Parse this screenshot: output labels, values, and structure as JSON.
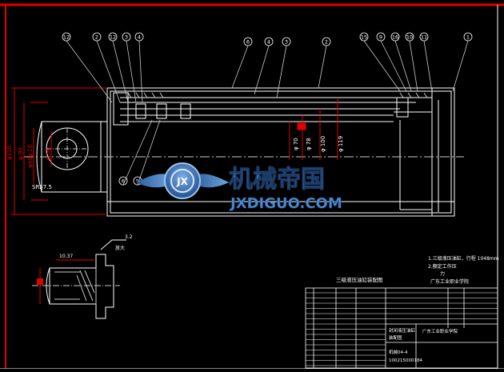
{
  "balloons": [
    "12",
    "2",
    "12",
    "3",
    "4",
    "6",
    "4",
    "3",
    "2",
    "15",
    "9",
    "16",
    "10",
    "11",
    "1",
    "6",
    "5"
  ],
  "dimensions": {
    "dia_110": "φ110",
    "dia_90": "φ 90",
    "dia_pin": "φ45φ 16",
    "dia_bore": "φ 50",
    "radius": "SR37.5",
    "dia_70": "φ 70",
    "dia_78": "φ 78",
    "dia_100": "φ 100",
    "dia_119": "φ 119",
    "detail_width": "10.37",
    "detail_rough": "3.2",
    "detail_label": "放大"
  },
  "drawing_title": "三级液压油缸装配图",
  "notes": [
    "1.三级液压油缸，行程 1048mm",
    "2.额定工作压",
    "力",
    "广东工业职业学院"
  ],
  "title_block": {
    "project": "封闭液压油缸",
    "project2": "装配图",
    "school": "广东工业职业学院",
    "drawing_no": "机械04-4",
    "code": "100215000184"
  },
  "watermark": {
    "cn": "机械帝国",
    "en": "JXDIGUO.COM",
    "emblem": "JX"
  },
  "colors": {
    "background": "#000000",
    "frame": "#e00000",
    "line": "#ffffff",
    "dimension": "#e00000",
    "leader": "#c8c8c8",
    "watermark": "#3c7fc8"
  }
}
